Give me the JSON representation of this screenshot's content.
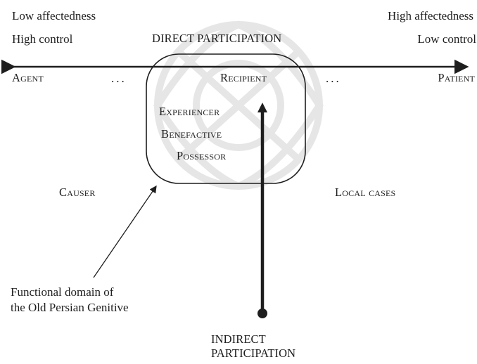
{
  "scale_labels": {
    "left_top": "Low affectedness",
    "left_bottom": "High control",
    "right_top": "High affectedness",
    "right_bottom": "Low control"
  },
  "direct_participation": "DIRECT PARTICIPATION",
  "axis": {
    "agent": "Agent",
    "ellipsis_left": "...",
    "recipient": "Recipient",
    "ellipsis_right": "...",
    "patient": "Patient"
  },
  "box_roles": [
    "Experiencer",
    "Benefactive",
    "Possessor"
  ],
  "causer": "Causer",
  "local_cases": "Local cases",
  "functional_domain": [
    "Functional domain of",
    "the Old Persian Genitive"
  ],
  "indirect_participation": [
    "INDIRECT",
    "PARTICIPATION"
  ],
  "colors": {
    "ink": "#1e1e1e",
    "watermark": "#e2e2e2"
  }
}
